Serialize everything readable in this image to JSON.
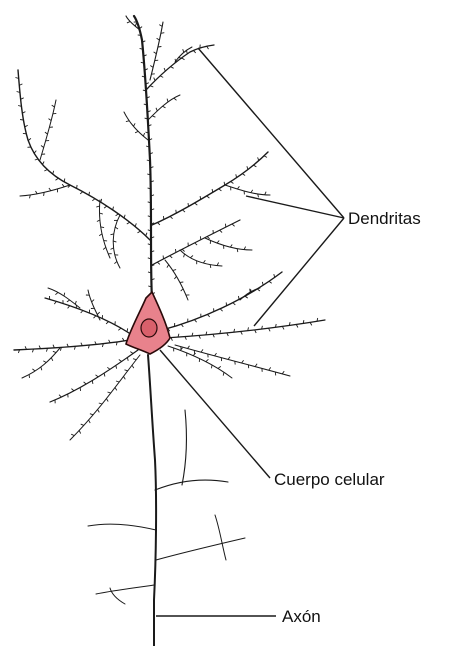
{
  "labels": {
    "dendrites": "Dendritas",
    "cell_body": "Cuerpo celular",
    "axon": "Axón"
  },
  "colors": {
    "soma_fill": "#e8828c",
    "soma_stroke": "#2a0a0a",
    "nucleus_fill": "#d9606b",
    "line": "#1a1a1a"
  }
}
